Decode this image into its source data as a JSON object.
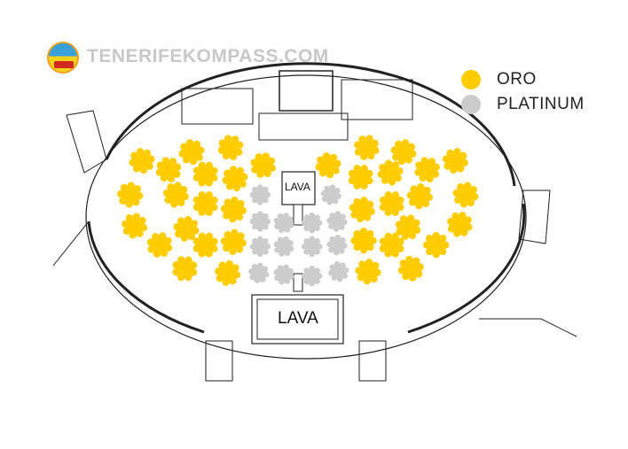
{
  "brand": {
    "name": "TENERIFEKOMPASS.COM",
    "logo_icon": "tenerife-kompass-logo"
  },
  "legend": [
    {
      "label": "ORO",
      "color": "#ffcc00"
    },
    {
      "label": "PLATINUM",
      "color": "#cccccc"
    }
  ],
  "stages": {
    "center": "LAVA",
    "front": "LAVA"
  },
  "colors": {
    "oro": "#ffcc00",
    "platinum": "#cccccc",
    "walls": "#222222"
  }
}
